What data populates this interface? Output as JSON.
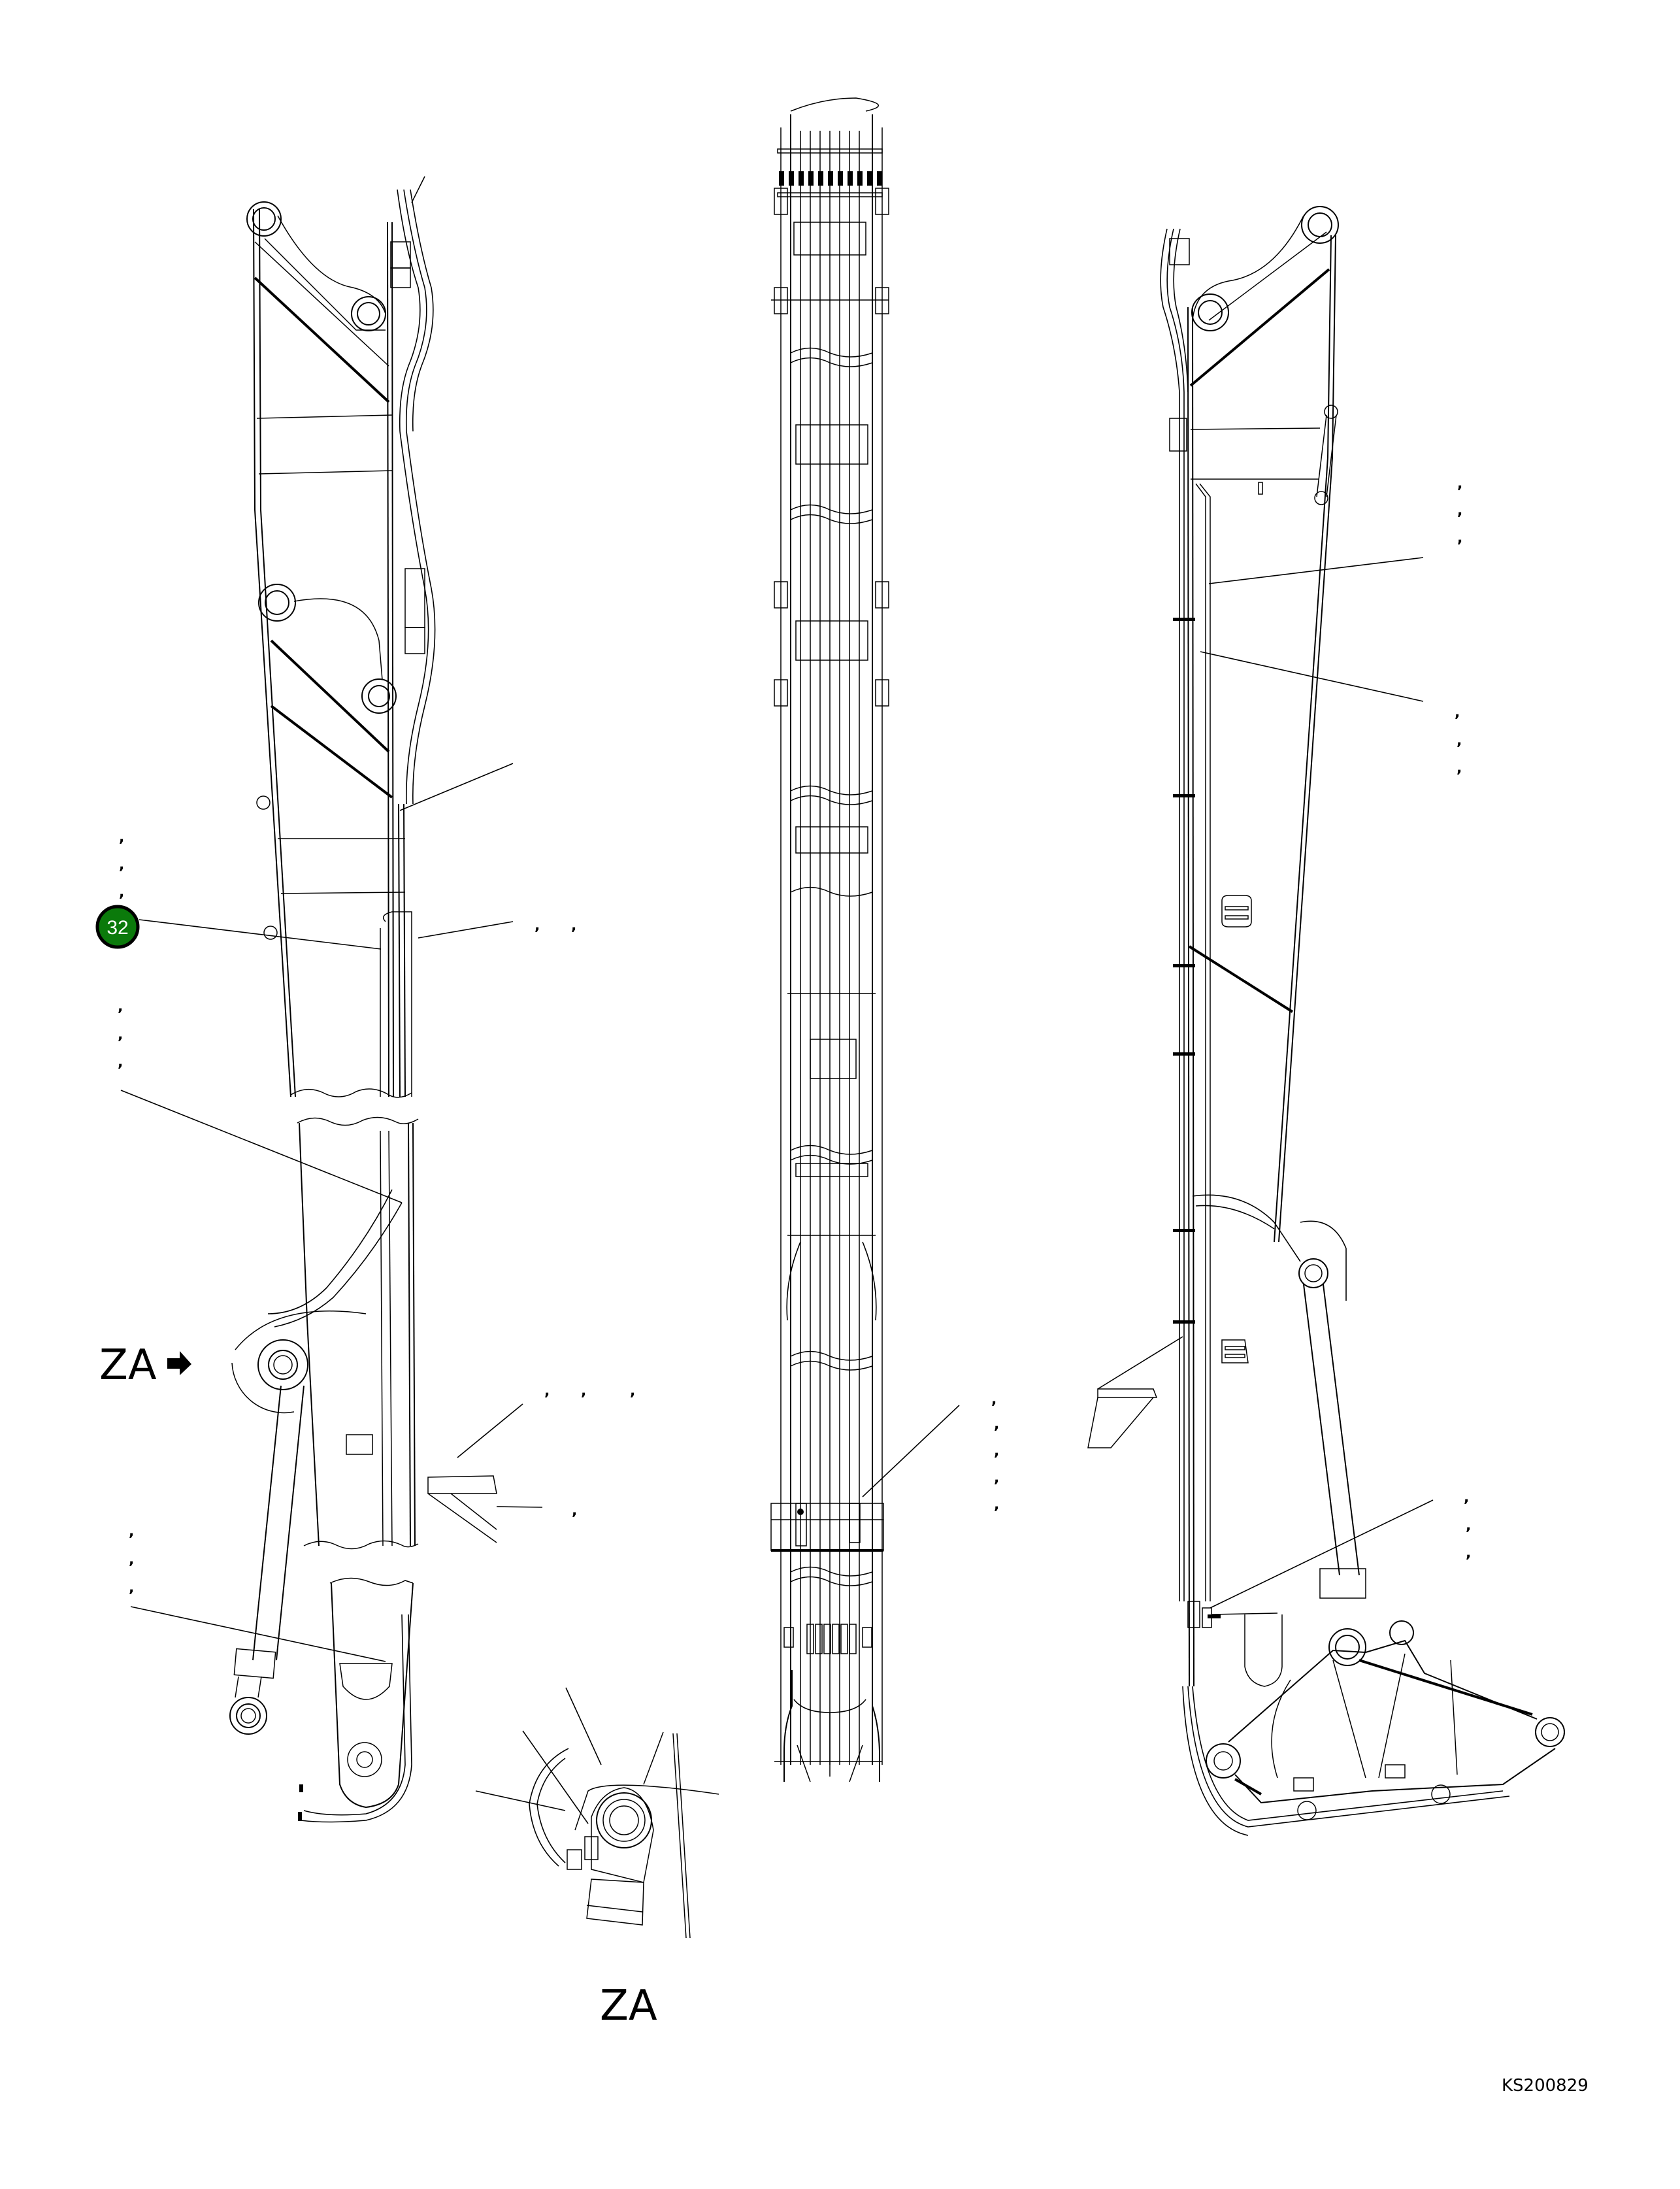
{
  "drawing": {
    "reference_code": "KS200829",
    "section_view_label": "ZA",
    "section_callout_label": "ZA",
    "section_callout_arrow": "right-arrow-icon"
  },
  "marker": {
    "number": "32",
    "fill": "#0b7a0b",
    "border": "#000000",
    "text_color": "#ffffff"
  },
  "callout_placeholders": {
    "left_column_upper": [
      ",",
      ",",
      ","
    ],
    "left_column_lower": [
      ",",
      ",",
      ","
    ],
    "left_column_arm": [
      ",",
      ",",
      ","
    ],
    "left_boom_mid": [
      ",",
      ","
    ],
    "left_boom_bracket": [
      ",",
      ",",
      ","
    ],
    "left_boom_bracket_lower": [
      ","
    ],
    "center_view": [
      ",",
      ",",
      ",",
      ",",
      ","
    ],
    "right_upper": [
      ",",
      ",",
      ","
    ],
    "right_middle": [
      ",",
      ",",
      ","
    ],
    "right_lower": [
      ",",
      ",",
      ","
    ]
  },
  "colors": {
    "background": "#ffffff",
    "line": "#000000"
  }
}
